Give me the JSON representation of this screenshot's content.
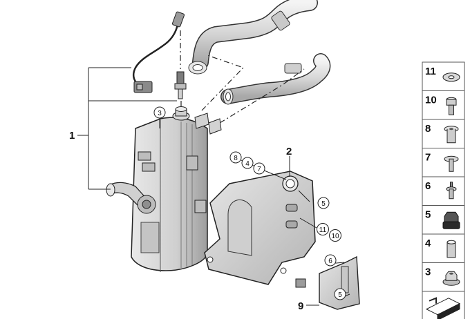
{
  "callouts": {
    "n1": "1",
    "n2": "2",
    "n9": "9",
    "c3": "3",
    "c8": "8",
    "c4": "4",
    "c7": "7",
    "c5a": "5",
    "c11": "11",
    "c10": "10",
    "c6": "6",
    "c5b": "5"
  },
  "legend": {
    "items": [
      {
        "number": "11",
        "icon": "washer-icon"
      },
      {
        "number": "10",
        "icon": "hex-socket-screw-icon"
      },
      {
        "number": "8",
        "icon": "rivet-nut-icon"
      },
      {
        "number": "7",
        "icon": "blind-rivet-icon"
      },
      {
        "number": "6",
        "icon": "pop-rivet-icon"
      },
      {
        "number": "5",
        "icon": "rubber-mount-icon"
      },
      {
        "number": "4",
        "icon": "spacer-sleeve-icon"
      },
      {
        "number": "3",
        "icon": "flange-nut-icon"
      },
      {
        "number": "",
        "icon": "cutting-tool-icon"
      }
    ]
  },
  "colors": {
    "line": "#222222",
    "part_fill": "#dcdcdc",
    "part_light": "#ececec",
    "part_dark": "#9a9a9a",
    "legend_border": "#555555"
  }
}
